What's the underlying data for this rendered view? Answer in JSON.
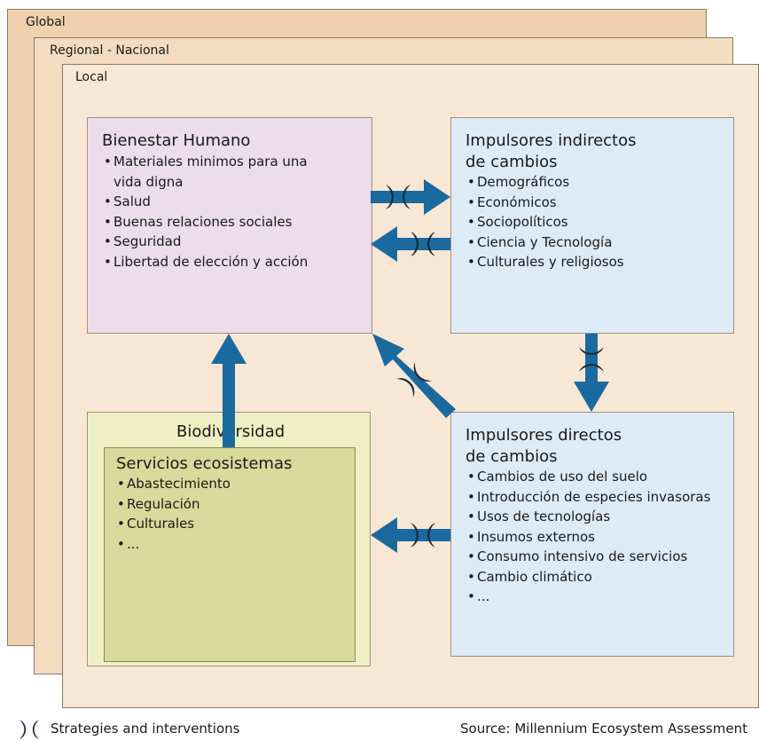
{
  "scales": {
    "global": "Global",
    "regional": "Regional - Nacional",
    "local": "Local"
  },
  "bienestar": {
    "title": "Bienestar Humano",
    "items": [
      "Materiales minimos para una",
      "vida digna",
      "Salud",
      "Buenas relaciones sociales",
      "Seguridad",
      "Libertad de elección y acción"
    ]
  },
  "indirectos": {
    "title_line1": "Impulsores indirectos",
    "title_line2": "de cambios",
    "items": [
      "Demográficos",
      "Económicos",
      "Sociopolíticos",
      "Ciencia y Tecnología",
      "Culturales y religiosos"
    ]
  },
  "directos": {
    "title_line1": "Impulsores directos",
    "title_line2": "de cambios",
    "items": [
      "Cambios de uso del suelo",
      "Introducción de especies invasoras",
      "Usos de tecnologías",
      "Insumos externos",
      "Consumo intensivo de servicios",
      "Cambio climático",
      "..."
    ]
  },
  "biodiversidad": {
    "title": "Biodiversidad",
    "servicios_title": "Servicios ecosistemas",
    "items": [
      "Abastecimiento",
      "Regulación",
      "Culturales",
      "..."
    ]
  },
  "footer": {
    "legend": "Strategies and interventions",
    "source": "Source: Millennium Ecosystem Assessment"
  },
  "colors": {
    "arrow": "#1a6aa0",
    "symbol": "#1b2a3a"
  }
}
